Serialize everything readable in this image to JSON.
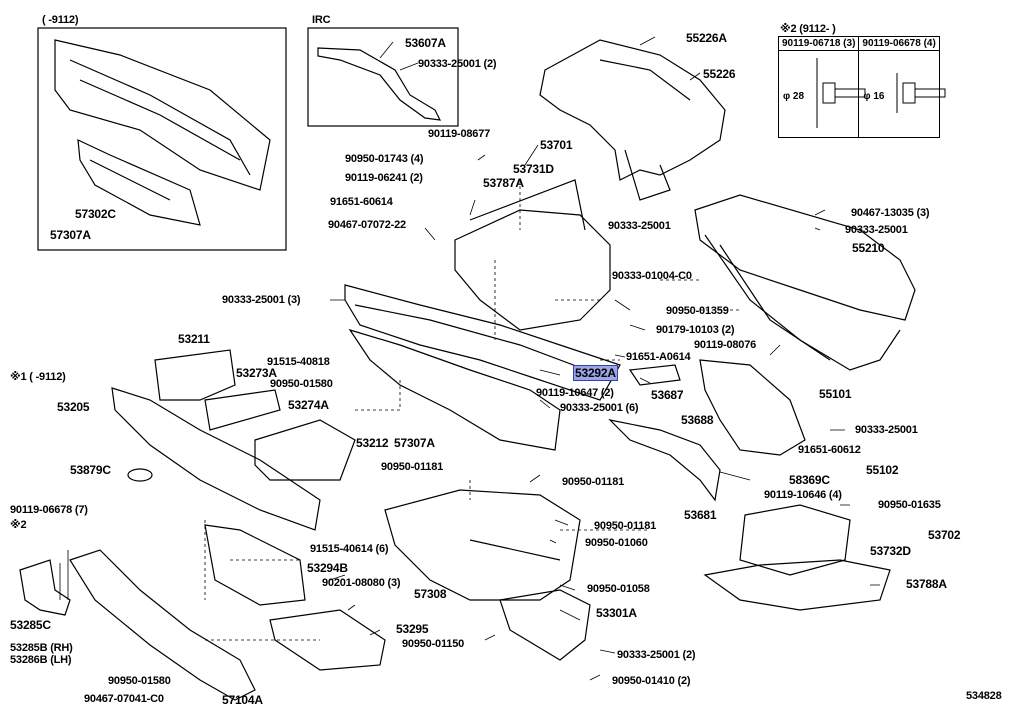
{
  "diagram_id": "534828",
  "headers": {
    "top_left_date": "( -9112)",
    "irc": "IRC",
    "note2": "※2 (9112- )",
    "note1": "※1 ( -9112)",
    "mark1": "※1",
    "mark2": "※2"
  },
  "table": {
    "col1_part": "90119-06718 (3)",
    "col2_part": "90119-06678 (4)",
    "col1_dim": "φ 28",
    "col2_dim": "φ 16"
  },
  "highlight": "53292A",
  "labels": [
    "57302C",
    "57307A",
    "53607A",
    "90333-25001 (2)",
    "55226A",
    "55226",
    "90119-08677",
    "90950-01743 (4)",
    "53701",
    "53731D",
    "90119-06241 (2)",
    "53787A",
    "91651-60614",
    "90467-07072-22",
    "90333-25001",
    "90467-13035 (3)",
    "90333-25001",
    "55210",
    "90333-25001 (3)",
    "90333-01004-C0",
    "90950-01359",
    "90179-10103 (2)",
    "53211",
    "91515-40818",
    "91651-A0614",
    "90119-08076",
    "53273A",
    "90950-01580",
    "53292A",
    "53687",
    "55101",
    "53205",
    "53274A",
    "90119-10647 (2)",
    "90333-25001 (6)",
    "53688",
    "90333-25001",
    "53212",
    "57307A",
    "91651-60612",
    "55102",
    "53879C",
    "90950-01181",
    "90950-01181",
    "58369C",
    "90119-10646 (4)",
    "90119-06678 (7)",
    "53681",
    "90950-01635",
    "91515-40614 (6)",
    "90950-01181",
    "53702",
    "90950-01060",
    "53732D",
    "53285C",
    "53294B",
    "90950-01058",
    "53788A",
    "90201-08080 (3)",
    "57308",
    "53301A",
    "53295",
    "53285B (RH)",
    "53286B (LH)",
    "90950-01150",
    "90333-25001 (2)",
    "90950-01580",
    "90467-07041-C0",
    "57104A",
    "90950-01410 (2)"
  ]
}
